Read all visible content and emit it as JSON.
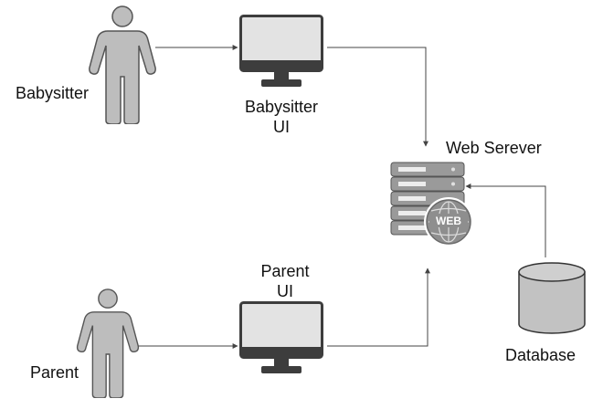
{
  "nodes": {
    "babysitter": {
      "label": "Babysitter"
    },
    "babysitter_ui": {
      "label_line1": "Babysitter",
      "label_line2": "UI"
    },
    "web_server": {
      "label": "Web Serever",
      "badge": "WEB"
    },
    "parent": {
      "label": "Parent"
    },
    "parent_ui": {
      "label_line1": "Parent",
      "label_line2": "UI"
    },
    "database": {
      "label": "Database"
    }
  },
  "colors": {
    "person_fill": "#bdbdbd",
    "person_stroke": "#555555",
    "monitor_frame": "#3d3d3d",
    "monitor_screen": "#e3e3e3",
    "server_body": "#9a9a9a",
    "database_fill": "#c2c2c2",
    "edge": "#444444"
  }
}
